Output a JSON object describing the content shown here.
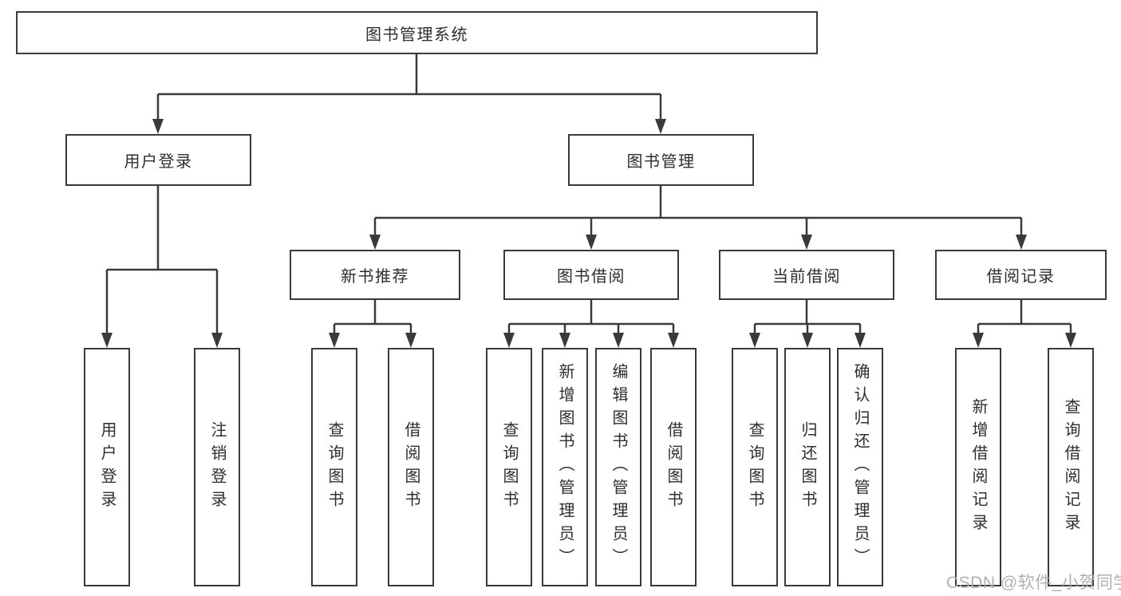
{
  "tree": {
    "root": {
      "label": "图书管理系统"
    },
    "user_login": {
      "label": "用户登录",
      "children": [
        "用户登录",
        "注销登录"
      ]
    },
    "book_mgmt": {
      "label": "图书管理",
      "sections": [
        {
          "label": "新书推荐",
          "children": [
            "查询图书",
            "借阅图书"
          ]
        },
        {
          "label": "图书借阅",
          "children": [
            "查询图书",
            "新增图书（管理员）",
            "编辑图书（管理员）",
            "借阅图书"
          ]
        },
        {
          "label": "当前借阅",
          "children": [
            "查询图书",
            "归还图书",
            "确认归还（管理员）"
          ]
        },
        {
          "label": "借阅记录",
          "children": [
            "新增借阅记录",
            "查询借阅记录"
          ]
        }
      ]
    }
  },
  "watermark": {
    "text": "CSDN @软件_小贺同学"
  },
  "colors": {
    "line": "#3a3a3a",
    "box_border": "#3a3a3a",
    "text": "#2e2e2e",
    "watermark": "#adadad",
    "background": "#ffffff"
  }
}
